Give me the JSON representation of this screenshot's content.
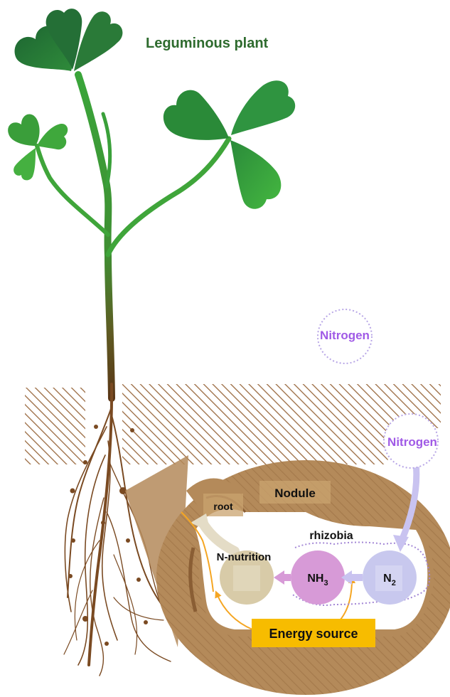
{
  "title": "Leguminous plant",
  "labels": {
    "nitrogen_air": "Nitrogen",
    "nitrogen_soil": "Nitrogen",
    "nodule": "Nodule",
    "root": "root",
    "rhizobia": "rhizobia",
    "n_nutrition": "N-nutrition",
    "nh3_main": "NH",
    "nh3_sub": "3",
    "n2_main": "N",
    "n2_sub": "2",
    "energy_source": "Energy source"
  },
  "colors": {
    "leaf_dark": "#1f6b34",
    "leaf_light": "#3dab3d",
    "stem_top": "#3aa53a",
    "stem_bottom": "#5a3616",
    "root": "#7a4a22",
    "soil_hatch": "#9a6a40",
    "nodule_fill": "#b48a5a",
    "nitrogen": "#a05ae6",
    "nh3_circle": "#d79ad7",
    "n2_circle": "#c8c8ee",
    "n_nutrition_circle": "#d8cba8",
    "energy_box": "#f7bc00",
    "energy_arrow": "#f5a623",
    "n_arrow": "#c9c3f0"
  }
}
